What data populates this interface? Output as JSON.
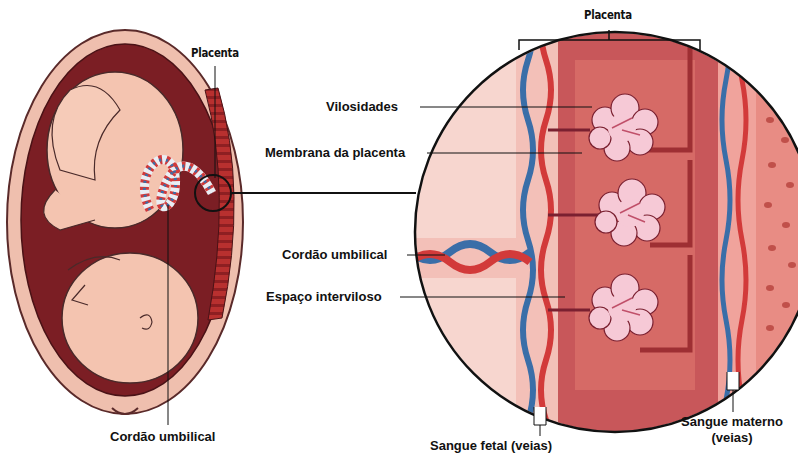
{
  "diagram": {
    "labels": [
      "Placenta",
      "Placenta",
      "Vilosidades",
      "Membrana da placenta",
      "Cordão umbilical",
      "Espaço interviloso",
      "Sangue materno (veias)",
      "Cordão umbilical",
      "Sangue fetal (veias)"
    ]
  }
}
